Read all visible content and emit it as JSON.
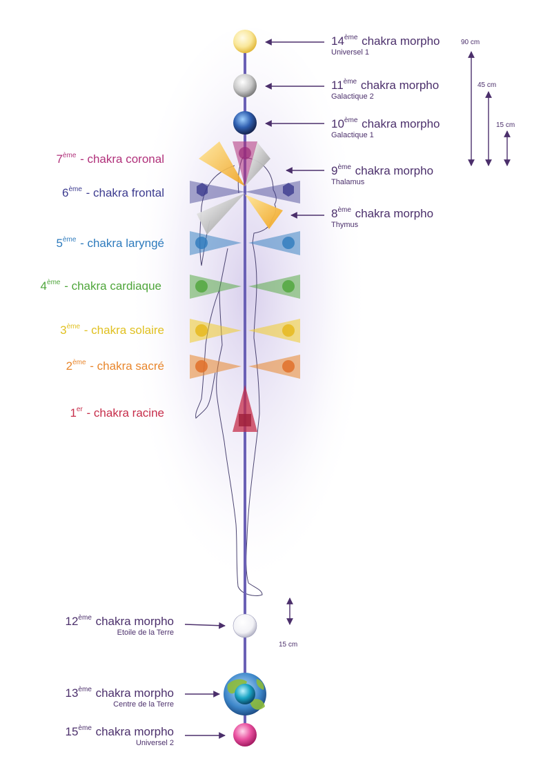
{
  "colors": {
    "axis": "#6a60b5",
    "arrow": "#4b2f6b",
    "coronal": "#b0307a",
    "frontal": "#3c3b8f",
    "larynge": "#2e7bbd",
    "cardiaque": "#4ea53a",
    "solaire": "#e0c020",
    "sacre": "#e8862c",
    "racine": "#c62d4a",
    "morpho_text": "#4b2f6b"
  },
  "left_labels": [
    {
      "num": "7",
      "sup": "ème",
      "text": " - chakra coronal",
      "color": "#b0307a"
    },
    {
      "num": "6",
      "sup": "ème",
      "text": " - chakra frontal",
      "color": "#3c3b8f"
    },
    {
      "num": "5",
      "sup": "ème",
      "text": " - chakra laryngé",
      "color": "#2e7bbd"
    },
    {
      "num": "4",
      "sup": "ème",
      "text": " - chakra cardiaque",
      "color": "#4ea53a"
    },
    {
      "num": "3",
      "sup": "ème",
      "text": " - chakra solaire",
      "color": "#e0c020"
    },
    {
      "num": "2",
      "sup": "ème",
      "text": " - chakra sacré",
      "color": "#e8862c"
    },
    {
      "num": "1",
      "sup": "er",
      "text": " - chakra racine",
      "color": "#c62d4a"
    }
  ],
  "morpho_labels": [
    {
      "num": "14",
      "sup": "ème",
      "text": " chakra morpho",
      "sub": "Universel 1"
    },
    {
      "num": "11",
      "sup": "ème",
      "text": " chakra morpho",
      "sub": "Galactique 2"
    },
    {
      "num": "10",
      "sup": "ème",
      "text": " chakra morpho",
      "sub": "Galactique 1"
    },
    {
      "num": "9",
      "sup": "ème",
      "text": " chakra morpho",
      "sub": "Thalamus"
    },
    {
      "num": "8",
      "sup": "ème",
      "text": " chakra morpho",
      "sub": "Thymus"
    },
    {
      "num": "12",
      "sup": "ème",
      "text": " chakra morpho",
      "sub": "Etoile de la Terre"
    },
    {
      "num": "13",
      "sup": "ème",
      "text": " chakra morpho",
      "sub": "Centre de la Terre"
    },
    {
      "num": "15",
      "sup": "ème",
      "text": " chakra morpho",
      "sub": "Universel 2"
    }
  ],
  "measures": {
    "m90": "90 cm",
    "m45": "45 cm",
    "m15": "15 cm",
    "m15b": "15 cm"
  }
}
